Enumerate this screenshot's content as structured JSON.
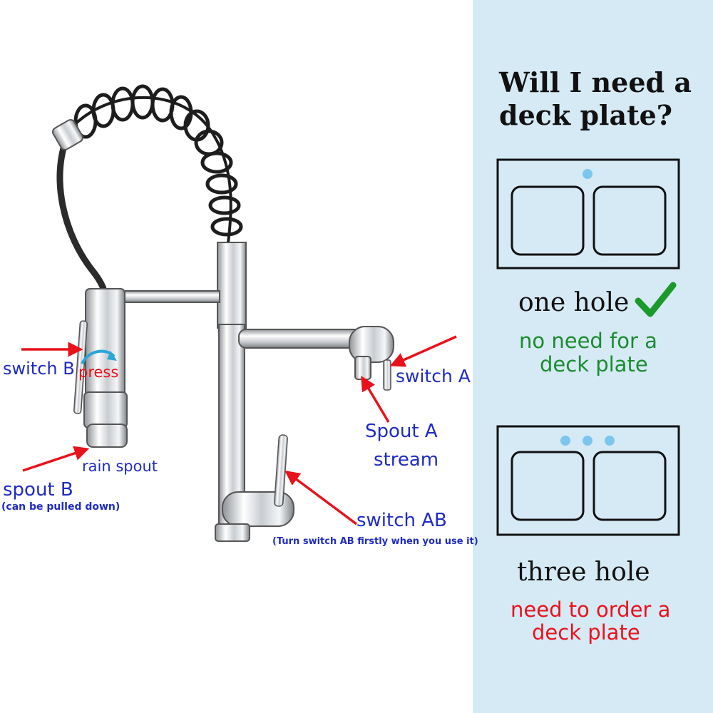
{
  "faucet_labels": {
    "switch_b": "switch B",
    "press": "press",
    "rain_spout": "rain spout",
    "spout_b": "spout B",
    "spout_b_note": "(can be pulled down)",
    "switch_a": "switch A",
    "spout_a_line1": "Spout A",
    "spout_a_line2": "stream",
    "switch_ab": "switch AB",
    "switch_ab_note": "(Turn switch AB firstly when you use it)"
  },
  "panel": {
    "title_line1": "Will I need a",
    "title_line2": "deck plate?",
    "option1": {
      "label": "one hole",
      "note_line1": "no need for a",
      "note_line2": "deck plate",
      "note_color": "#1a8c2e",
      "holes": 1
    },
    "option2": {
      "label": "three hole",
      "note_line1": "need to order a",
      "note_line2": "deck plate",
      "note_color": "#e8121b",
      "holes": 3
    },
    "check_color": "#1a9a2a",
    "hole_color": "#7cc6ee"
  },
  "colors": {
    "label_blue": "#1f2bc4",
    "arrow_red": "#e8121b",
    "panel_bg": "#d6eaf6"
  }
}
